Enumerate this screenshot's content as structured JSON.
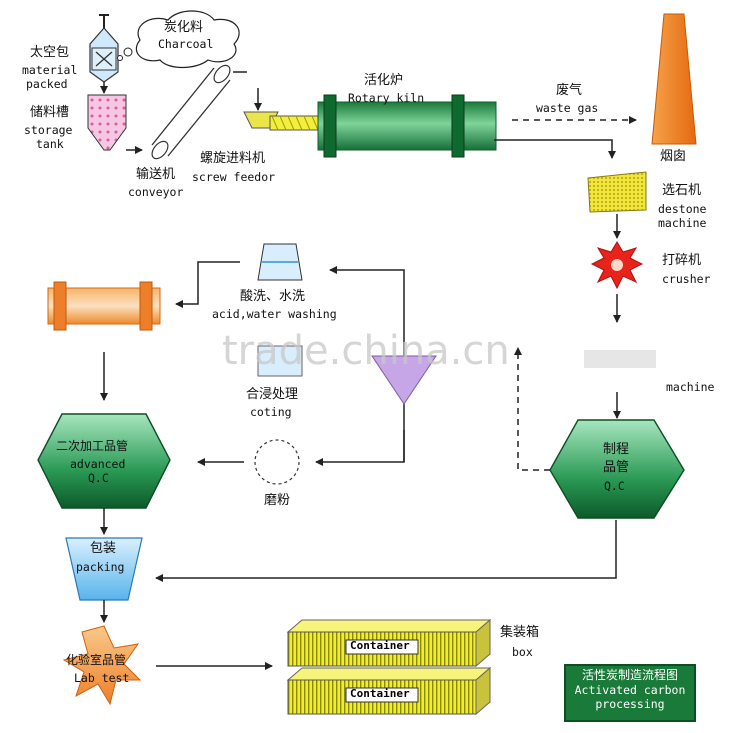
{
  "labels": {
    "charcoal_cn": "炭化料",
    "charcoal_en": "Charcoal",
    "material_cn": "太空包",
    "material_en1": "material",
    "material_en2": "packed",
    "storage_cn": "储料槽",
    "storage_en1": "storage",
    "storage_en2": "tank",
    "conveyor_cn": "输送机",
    "conveyor_en": "conveyor",
    "screw_cn": "螺旋进料机",
    "screw_en": "screw feedor",
    "kiln_cn": "活化炉",
    "kiln_en": "Rotary kiln",
    "waste_cn": "废气",
    "waste_en": "waste gas",
    "chimney_cn": "烟囱",
    "destone_cn": "选石机",
    "destone_en1": "destone",
    "destone_en2": "machine",
    "crusher_cn": "打碎机",
    "crusher_en": "crusher",
    "sieve_en": "machine",
    "acid_cn": "酸洗、水洗",
    "acid_en": "acid,water washing",
    "coating_cn": "合浸处理",
    "coating_en": "coting",
    "grinding_cn": "磨粉",
    "advanced_cn": "二次加工品管",
    "advanced_en1": "advanced",
    "advanced_en2": "Q.C",
    "process_cn1": "制程",
    "process_cn2": "品管",
    "process_en": "Q.C",
    "packing_cn": "包装",
    "packing_en": "packing",
    "lab_cn": "化验室品管",
    "lab_en": "Lab test",
    "container1": "Container",
    "container2": "Container",
    "box_cn": "集装箱",
    "box_en": "box"
  },
  "title": {
    "cn": "活性炭制造流程图",
    "en1": "Activated carbon",
    "en2": "processing"
  },
  "watermark": "trade.china.cn",
  "colors": {
    "green": "#1f9a4e",
    "dark_green": "#0f5e2c",
    "orange": "#f08a2a",
    "yellow": "#f2ee3a",
    "blue": "#7cc7f0",
    "purple": "#c7a6e8",
    "red": "#e23a2a",
    "pink": "#f3b7d8"
  }
}
